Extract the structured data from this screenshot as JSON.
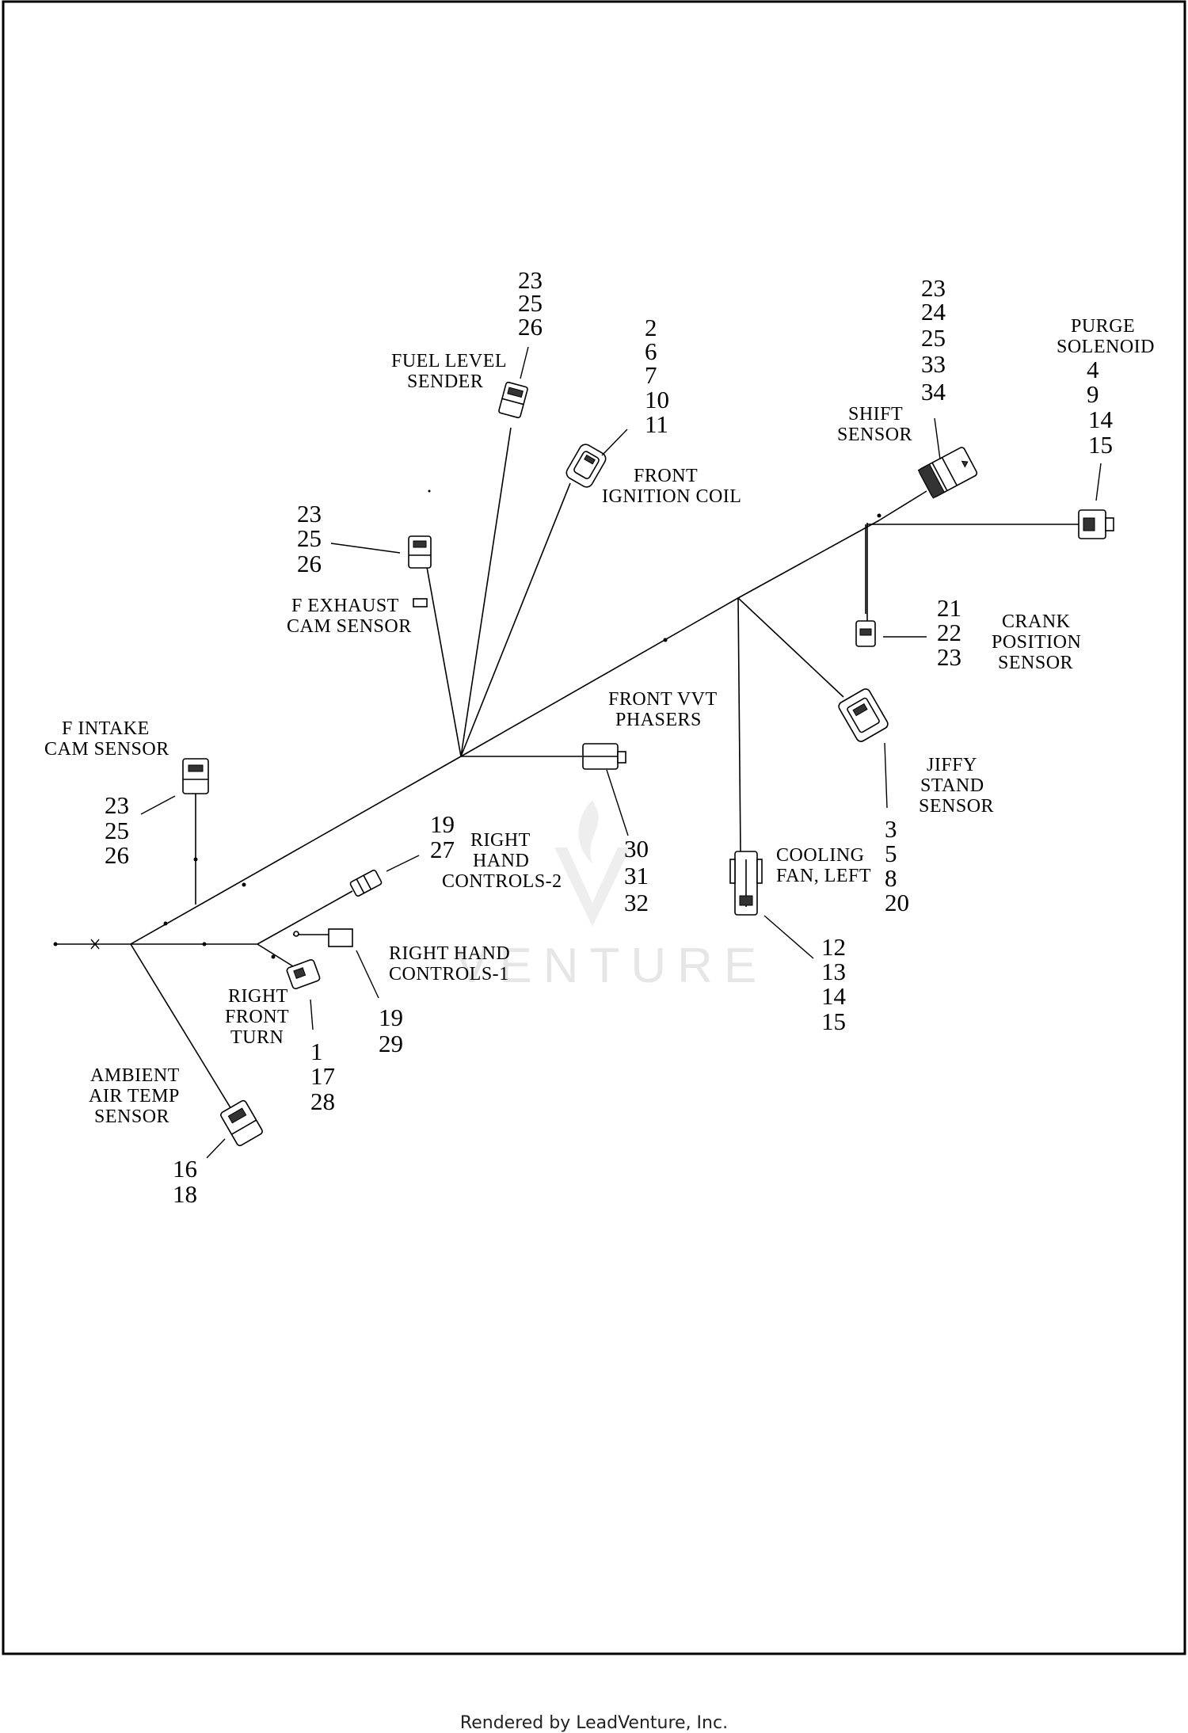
{
  "watermark": {
    "text": "VENTURE"
  },
  "footer": {
    "text": "Rendered by LeadVenture, Inc."
  },
  "callouts": {
    "fuel_level_sender": {
      "label": [
        "FUEL LEVEL",
        "SENDER"
      ],
      "refs": [
        "23",
        "25",
        "26"
      ]
    },
    "front_ignition_coil": {
      "label": [
        "FRONT",
        "IGNITION COIL"
      ],
      "refs": [
        "2",
        "6",
        "7",
        "10",
        "11"
      ]
    },
    "shift_sensor": {
      "label": [
        "SHIFT",
        "SENSOR"
      ],
      "refs": [
        "23",
        "24",
        "25",
        "33",
        "34"
      ]
    },
    "purge_solenoid": {
      "label": [
        "PURGE",
        "SOLENOID"
      ],
      "refs": [
        "4",
        "9",
        "14",
        "15"
      ]
    },
    "unlabeled_connector": {
      "refs": [
        "23",
        "25",
        "26"
      ]
    },
    "f_exhaust_cam_sensor": {
      "label": [
        "F EXHAUST",
        "CAM SENSOR"
      ]
    },
    "crank_position_sensor": {
      "label": [
        "CRANK",
        "POSITION",
        "SENSOR"
      ],
      "refs": [
        "21",
        "22",
        "23"
      ]
    },
    "front_vvt_phasers": {
      "label": [
        "FRONT VVT",
        "PHASERS"
      ],
      "refs": [
        "30",
        "31",
        "32"
      ]
    },
    "f_intake_cam_sensor": {
      "label": [
        "F INTAKE",
        "CAM SENSOR"
      ],
      "refs": [
        "23",
        "25",
        "26"
      ]
    },
    "jiffy_stand_sensor": {
      "label": [
        "JIFFY",
        "STAND",
        "SENSOR"
      ],
      "refs": [
        "3",
        "5",
        "8",
        "20"
      ]
    },
    "right_hand_controls_2": {
      "label": [
        "RIGHT",
        "HAND",
        "CONTROLS-2"
      ],
      "refs": [
        "19",
        "27"
      ]
    },
    "cooling_fan_left": {
      "label": [
        "COOLING",
        "FAN, LEFT"
      ],
      "refs": [
        "12",
        "13",
        "14",
        "15"
      ]
    },
    "right_hand_controls_1": {
      "label": [
        "RIGHT HAND",
        "CONTROLS-1"
      ],
      "refs": [
        "19",
        "29"
      ]
    },
    "right_front_turn": {
      "label": [
        "RIGHT",
        "FRONT",
        "TURN"
      ],
      "refs": [
        "1",
        "17",
        "28"
      ]
    },
    "ambient_air_temp_sensor": {
      "label": [
        "AMBIENT",
        "AIR TEMP",
        "SENSOR"
      ],
      "refs": [
        "16",
        "18"
      ]
    }
  }
}
